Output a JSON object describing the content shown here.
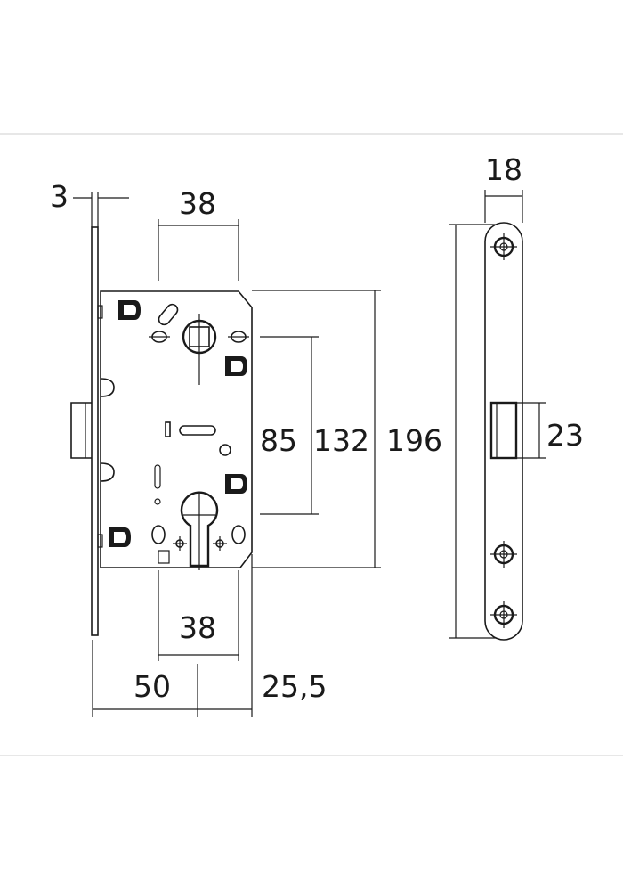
{
  "diagram": {
    "colors": {
      "ink": "#1a1a1a",
      "separator": "#cfcfcf",
      "background": "#ffffff"
    },
    "dimensions": {
      "faceplate_thickness": "3",
      "top_hole_spacing": "38",
      "handle_to_cylinder": "85",
      "outer_height": "132",
      "faceplate_height": "196",
      "bottom_hole_spacing": "38",
      "backset": "50",
      "case_extension": "25,5",
      "faceplate_width": "18",
      "latch_height": "23"
    }
  }
}
